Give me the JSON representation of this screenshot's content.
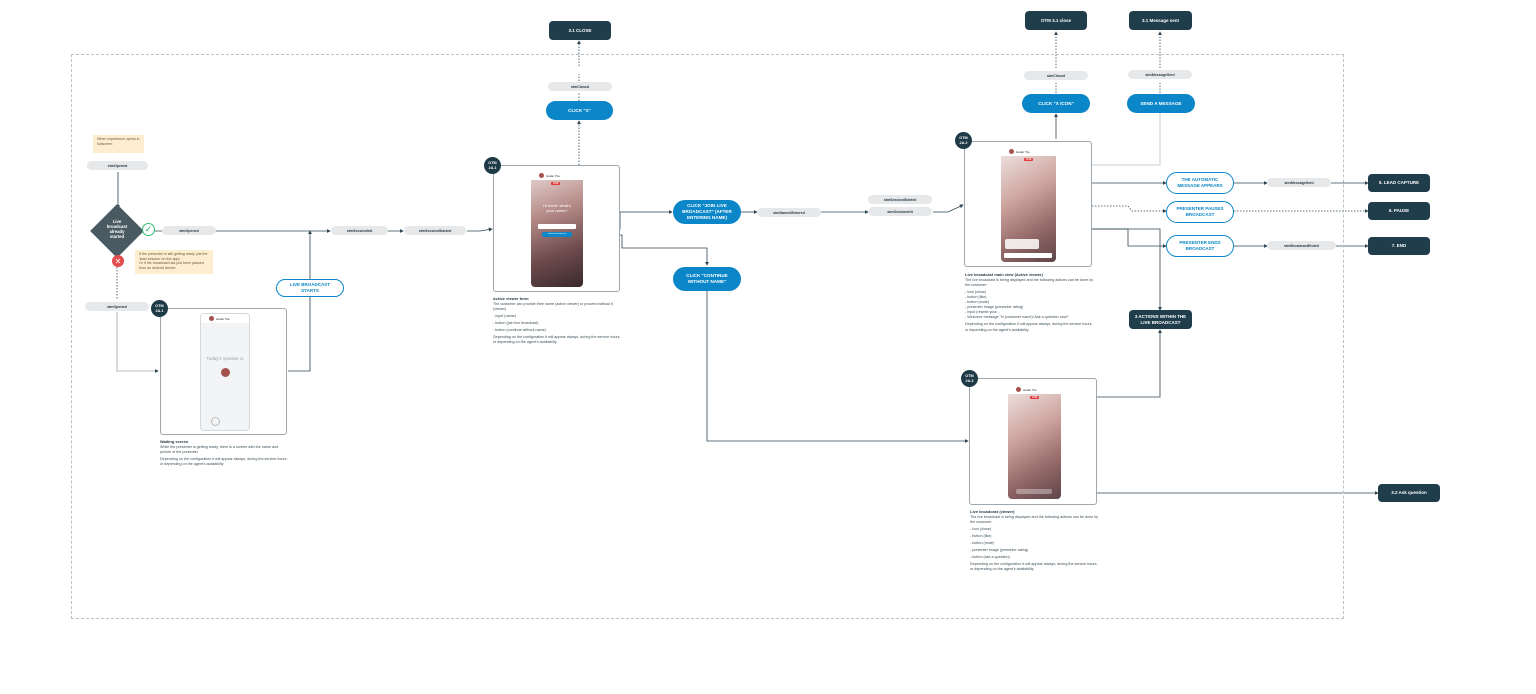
{
  "top": {
    "close_1": "3.1 CLOSE",
    "otm_close": "OTM 3.1 close",
    "message_sent": "3.1 Message sent"
  },
  "events": {
    "stm_closed_1": "stmClosed",
    "stm_opened_1": "stmOpened",
    "stm_opened_2": "stmOpened",
    "stm_opened_3": "stmOpened",
    "stm_session_init_1": "stmSessionInit",
    "stm_session_started_1": "stmSessionStarted",
    "stm_named_entered": "stmNamedEntered",
    "stm_session_started_2": "stmSessionStarted",
    "stm_session_init_2": "stmSessionInit",
    "stm_closed_2": "stmClosed",
    "stm_message_sent": "stmMessageSent",
    "stm_message_sent_2": "stmMessageSent",
    "stm_broadcast_ended": "stmBroadcastEnded"
  },
  "notes": {
    "when_experience": "When experience opens in fullscreen",
    "presenter_getting_ready": "If the presenter is still getting ready (via the 'start session' on the app)\nOr if the broadcast has just been paused from an android device"
  },
  "decision": {
    "label": "Live broadcast already started",
    "yes_icon": "check-icon",
    "no_icon": "cross-icon"
  },
  "actions": {
    "click_x": "CLICK \"X\"",
    "click_x_icon": "CLICK \"X ICON\"",
    "send_message": "SEND A MESSAGE",
    "join_live": "CLICK \"JOIN LIVE BROADCAST\" (AFTER ENTERING NAME)",
    "continue_without": "CLICK \"CONTINUE WITHOUT NAME\"",
    "broadcast_starts": "LIVE BROADCAST STARTS",
    "auto_message": "THE AUTOMATIC MESSAGE APPEARS",
    "presenter_pauses": "PRESENTER PAUSES BROADCAST",
    "presenter_ends": "PRESENTER ENDS BROADCAST"
  },
  "outcomes": {
    "lead_capture": "5. LEAD CAPTURE",
    "pause": "6. PAUSE",
    "end": "7. END",
    "actions_within": "3 ACTIONS WITHIN THE LIVE BROADCAST",
    "ask_question": "3.2 Ask question"
  },
  "badges": {
    "b241": [
      "OTM",
      "2A.1"
    ],
    "b2a1": [
      "OTM",
      "2A.1"
    ],
    "b2a2": [
      "OTM",
      "2A.2"
    ],
    "b2a3": [
      "OTM",
      "2A.3"
    ]
  },
  "screens": {
    "presenter_name": "Hadar Tite",
    "todays_speaker": "Today's speaker is",
    "live": "LIVE",
    "viewer_form_text": "Hi there! what's your name?",
    "join_btn": "Join live broadcast"
  },
  "descriptions": {
    "waiting": {
      "title": "Waiting screen",
      "p1": "While the presenter is getting ready, there is a screen with the name and picture of the presenter",
      "p2": "Depending on the configuration it will appear always, during the service hours, or depending on the agent's availability"
    },
    "active_form": {
      "title": "Active viewer form",
      "p1": "The customer can provide their name (active viewer) or proceed without it (viewer)",
      "i1": "- input (name)",
      "i2": "- button (join live broadcast)",
      "i3": "- button (continue without name)",
      "p2": "Depending on the configuration it will appear always, during the service hours, or depending on the agent's availability"
    },
    "main_view": {
      "title": "Live broadcast main view (Active viewer)",
      "p1": "The live broadcast is being displayed and the following actions can be done by the customer:",
      "i1": "- icon (close)",
      "i2": "- button (like)",
      "i3": "- button (mute)",
      "i4": "- presenter image (presenter rating)",
      "i5": "- input (rewrite your...",
      "i6": "- Welcome message \"hi (customer name)! Ask a question now!\"",
      "p2": "Depending on the configuration it will appear always, during the service hours, or depending on the agent's availability"
    },
    "viewer": {
      "title": "Live broadcast (viewer)",
      "p1": "The live broadcast is being displayed and the following actions can be done by the customer:",
      "i1": "- icon (close)",
      "i2": "- button (like)",
      "i3": "- button (mute)",
      "i4": "- presenter image (presenter rating)",
      "i5": "- button (ask a question)",
      "p2": "Depending on the configuration it will appear always, during the service hours, or depending on the agent's availability"
    }
  },
  "colors": {
    "dark": "#203d4b",
    "blue": "#0b86c8",
    "pill": "#e6e8ea",
    "line": "#2f4653"
  }
}
